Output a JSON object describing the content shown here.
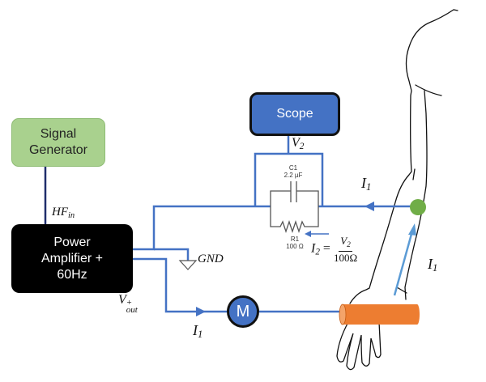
{
  "diagram": {
    "blocks": {
      "signal_generator": [
        "Signal",
        "Generator"
      ],
      "power_amplifier": [
        "Power",
        "Amplifier +",
        "60Hz"
      ],
      "scope": "Scope",
      "motor": "M"
    },
    "components": {
      "capacitor": {
        "name": "C1",
        "value": "2.2 µF"
      },
      "resistor": {
        "name": "R1",
        "value": "100 Ω"
      }
    },
    "labels": {
      "hf_in": {
        "main": "HF",
        "sub": "in"
      },
      "v2": {
        "main": "V",
        "sub": "2"
      },
      "gnd": "GND",
      "v_out": {
        "main": "V",
        "sup": "+",
        "sub": "out"
      },
      "i1_top": {
        "main": "I",
        "sub": "1"
      },
      "i1_bottom": {
        "main": "I",
        "sub": "1"
      },
      "i1_arm": {
        "main": "I",
        "sub": "1"
      },
      "i2_formula": {
        "lhs_main": "I",
        "lhs_sub": "2",
        "equals": "=",
        "num_main": "V",
        "num_sub": "2",
        "den": "100Ω"
      }
    },
    "colors": {
      "wire": "#4472c4",
      "wire_dark": "#1f2d6b",
      "signal_generator": "#a9d18e",
      "scope": "#4472c4",
      "amplifier": "#000000",
      "electrode_dot": "#70ad47",
      "electrode_band": "#ed7d31",
      "current_arrow_arm": "#5b9bd5"
    }
  }
}
